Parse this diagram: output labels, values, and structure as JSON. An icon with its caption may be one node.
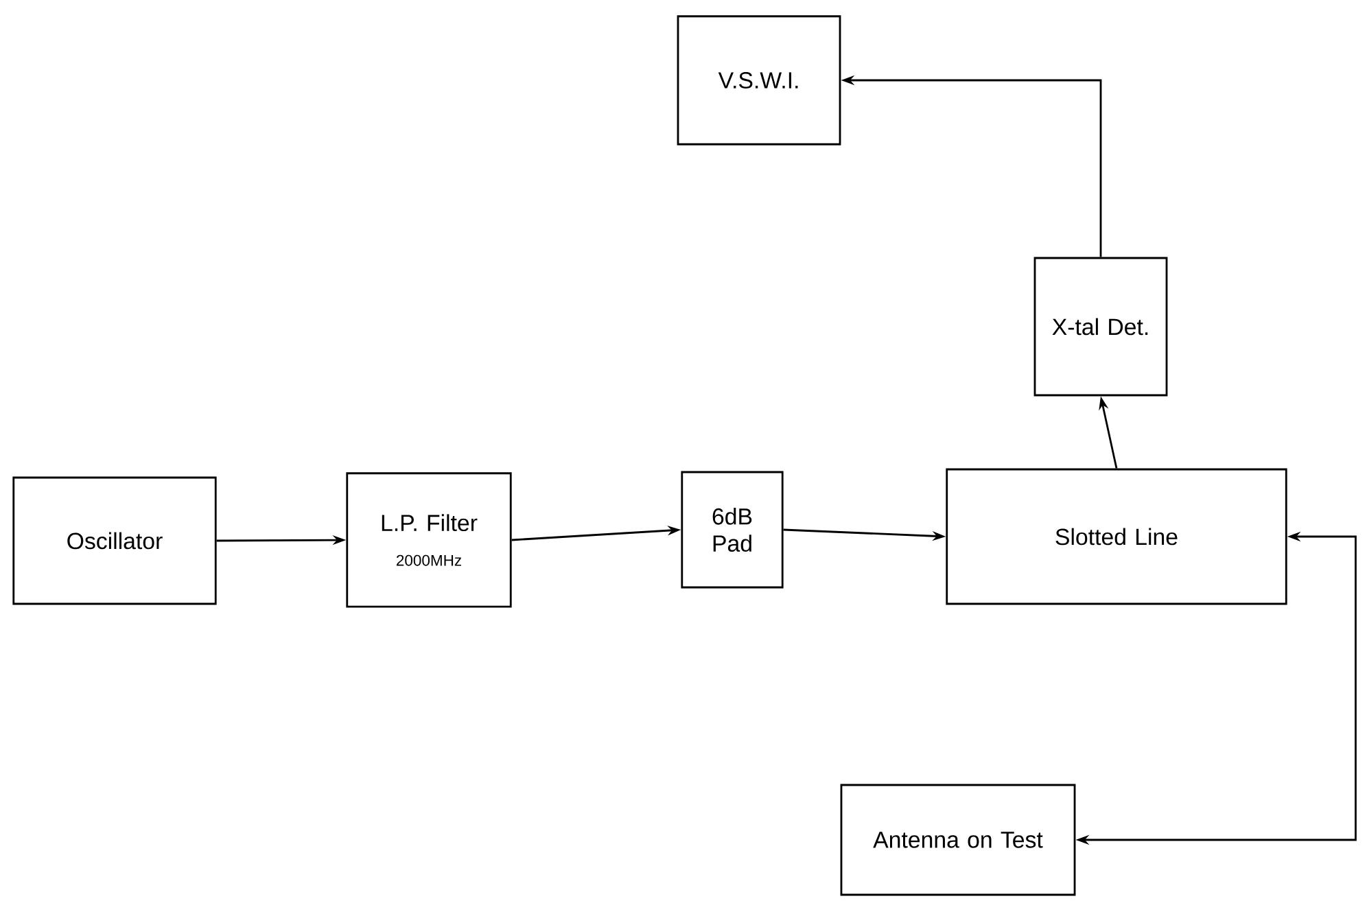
{
  "diagram": {
    "nodes": [
      {
        "text": [
          "Oscillator"
        ]
      },
      {
        "text": [
          "L.P. Filter",
          "2000MHz"
        ]
      },
      {
        "text": [
          "6dB Pad"
        ]
      },
      {
        "text": [
          "Slotted Line"
        ]
      },
      {
        "text": [
          "X-tal Det."
        ]
      },
      {
        "text": [
          "V.S.W.I."
        ]
      },
      {
        "text": [
          "Antenna on Test"
        ]
      }
    ],
    "edges": [
      {
        "from": 0,
        "to": 1,
        "arrow": "to"
      },
      {
        "from": 1,
        "to": 2,
        "arrow": "to"
      },
      {
        "from": 2,
        "to": 3,
        "arrow": "to"
      },
      {
        "from": 3,
        "to": 4,
        "arrow": "to"
      },
      {
        "from": 4,
        "to": 5,
        "arrow": "to"
      },
      {
        "from": 6,
        "to": 3,
        "arrow": "both"
      }
    ]
  }
}
